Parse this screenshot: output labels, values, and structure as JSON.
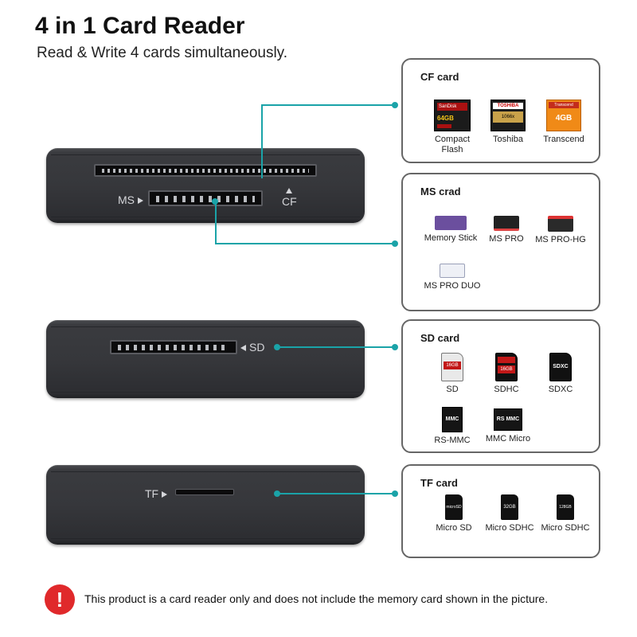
{
  "header": {
    "title": "4 in 1 Card Reader",
    "subtitle": "Read & Write 4 cards simultaneously."
  },
  "device_labels": {
    "ms": "MS",
    "cf": "CF",
    "sd": "SD",
    "tf": "TF"
  },
  "panels": {
    "cf": {
      "title": "CF card",
      "items": [
        {
          "label": "Compact Flash",
          "brand_text": "SanDisk",
          "sub_text": "64GB"
        },
        {
          "label": "Toshiba",
          "brand_text": "TOSHIBA",
          "sub_text": "1066x"
        },
        {
          "label": "Transcend",
          "brand_text": "Transcend",
          "sub_text": "4GB"
        }
      ]
    },
    "ms": {
      "title": "MS crad",
      "items": [
        {
          "label": "Memory Stick"
        },
        {
          "label": "MS PRO"
        },
        {
          "label": "MS PRO-HG"
        },
        {
          "label": "MS PRO DUO"
        }
      ]
    },
    "sd": {
      "title": "SD card",
      "items": [
        {
          "label": "SD",
          "card_text": "16GB"
        },
        {
          "label": "SDHC",
          "card_text": "16GB"
        },
        {
          "label": "SDXC",
          "card_text": "SDXC"
        },
        {
          "label": "RS-MMC",
          "card_text": "MMC"
        },
        {
          "label": "MMC Micro",
          "card_text": "RS MMC"
        }
      ]
    },
    "tf": {
      "title": "TF card",
      "items": [
        {
          "label": "Micro SD",
          "card_text": "microSD"
        },
        {
          "label": "Micro SDHC",
          "card_text": "32GB"
        },
        {
          "label": "Micro SDHC",
          "card_text": "128GB"
        }
      ]
    }
  },
  "notice": {
    "icon": "!",
    "text": "This product is a card reader only and does not include the memory card shown in the picture."
  },
  "colors": {
    "accent": "#1aa3a8",
    "warning": "#e0292b",
    "device": "#36373b"
  }
}
